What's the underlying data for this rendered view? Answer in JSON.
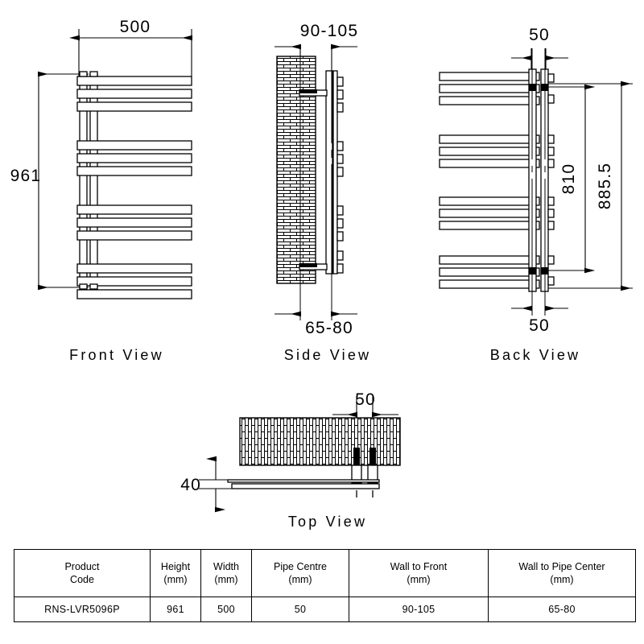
{
  "drawing": {
    "title_views": [
      {
        "key": "front",
        "label": "Front View"
      },
      {
        "key": "side",
        "label": "Side View"
      },
      {
        "key": "back",
        "label": "Back View"
      },
      {
        "key": "top",
        "label": "Top View"
      }
    ],
    "dimensions": {
      "front_width": "500",
      "front_height": "961",
      "side_wall_to_front": "90-105",
      "side_wall_to_pipe": "65-80",
      "back_pipe_centre_top": "50",
      "back_pipe_centre_bottom": "50",
      "back_bracket_span": "810",
      "back_overall_span": "885.5",
      "top_pipe_centre": "50",
      "top_depth": "40"
    },
    "line_color": "#000000",
    "hatch_color": "#000000"
  },
  "spec_table": {
    "headers": [
      {
        "line1": "Product",
        "line2": "Code"
      },
      {
        "line1": "Height",
        "line2": "(mm)"
      },
      {
        "line1": "Width",
        "line2": "(mm)"
      },
      {
        "line1": "Pipe Centre",
        "line2": "(mm)"
      },
      {
        "line1": "Wall to Front",
        "line2": "(mm)"
      },
      {
        "line1": "Wall to Pipe Center",
        "line2": "(mm)"
      }
    ],
    "rows": [
      {
        "product_code": "RNS-LVR5096P",
        "height": "961",
        "width": "500",
        "pipe_centre": "50",
        "wall_to_front": "90-105",
        "wall_to_pipe_center": "65-80"
      }
    ]
  }
}
